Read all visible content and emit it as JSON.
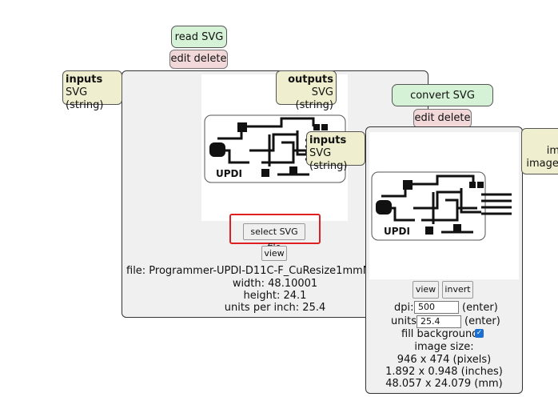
{
  "node1": {
    "title": "read SVG",
    "edit_delete": "edit delete",
    "input_port": {
      "title": "inputs",
      "type": "SVG (string)"
    },
    "output_port": {
      "title": "outputs",
      "type": "SVG (string)"
    },
    "select_file_label": "select SVG file",
    "view_label": "view",
    "file_line": "file: Programmer-UPDI-D11C-F_CuResize1mmMargin",
    "width_line": "width: 48.10001",
    "height_line": "height: 24.1",
    "units_line": "units per inch: 25.4",
    "pcb_text": "UPDI"
  },
  "node2": {
    "title": "convert SVG image",
    "edit_delete": "edit delete",
    "input_port": {
      "title": "inputs",
      "type": "SVG (string)"
    },
    "right_port": {
      "line1": "ima",
      "line2": "imageIr"
    },
    "view_label": "view",
    "invert_label": "invert",
    "dpi_label": "dpi:",
    "dpi_value": "500",
    "dpi_enter": "(enter)",
    "units_label": "units:",
    "units_value": "25.4",
    "units_enter": "(enter)",
    "fill_label": "fill background:",
    "fill_checked": true,
    "image_size_label": "image size:",
    "pixels": "946 x 474 (pixels)",
    "inches": "1.892 x 0.948 (inches)",
    "mm": "48.057 x 24.079 (mm)",
    "pcb_text": "UPDI"
  },
  "colors": {
    "highlight": "#e02020",
    "title_bg": "#d6f2d6",
    "edit_bg": "#f2d8d8",
    "port_bg": "#efefcf",
    "checkbox": "#1a6fd0"
  }
}
